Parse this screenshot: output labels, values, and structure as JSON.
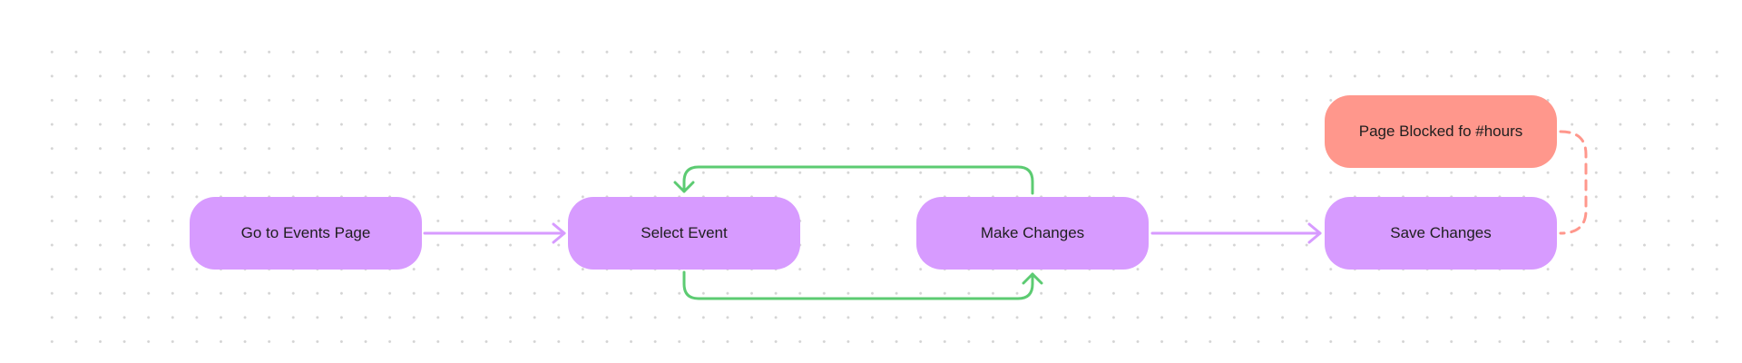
{
  "nodes": {
    "go_to_events_page": "Go to Events Page",
    "select_event": "Select Event",
    "make_changes": "Make Changes",
    "save_changes": "Save Changes",
    "page_blocked": "Page Blocked fo #hours"
  },
  "colors": {
    "node_purple": "#d79bff",
    "node_salmon": "#ff978c",
    "edge_purple": "#d79bff",
    "edge_green": "#5ccb72",
    "edge_dashed": "#ff978c"
  },
  "edges": [
    {
      "from": "go_to_events_page",
      "to": "select_event",
      "style": "solid",
      "color": "purple"
    },
    {
      "from": "make_changes",
      "to": "select_event",
      "style": "solid",
      "color": "green",
      "route": "above"
    },
    {
      "from": "select_event",
      "to": "make_changes",
      "style": "solid",
      "color": "green",
      "route": "below"
    },
    {
      "from": "make_changes",
      "to": "save_changes",
      "style": "solid",
      "color": "purple"
    },
    {
      "from": "page_blocked",
      "to": "save_changes",
      "style": "dashed",
      "color": "salmon"
    }
  ]
}
